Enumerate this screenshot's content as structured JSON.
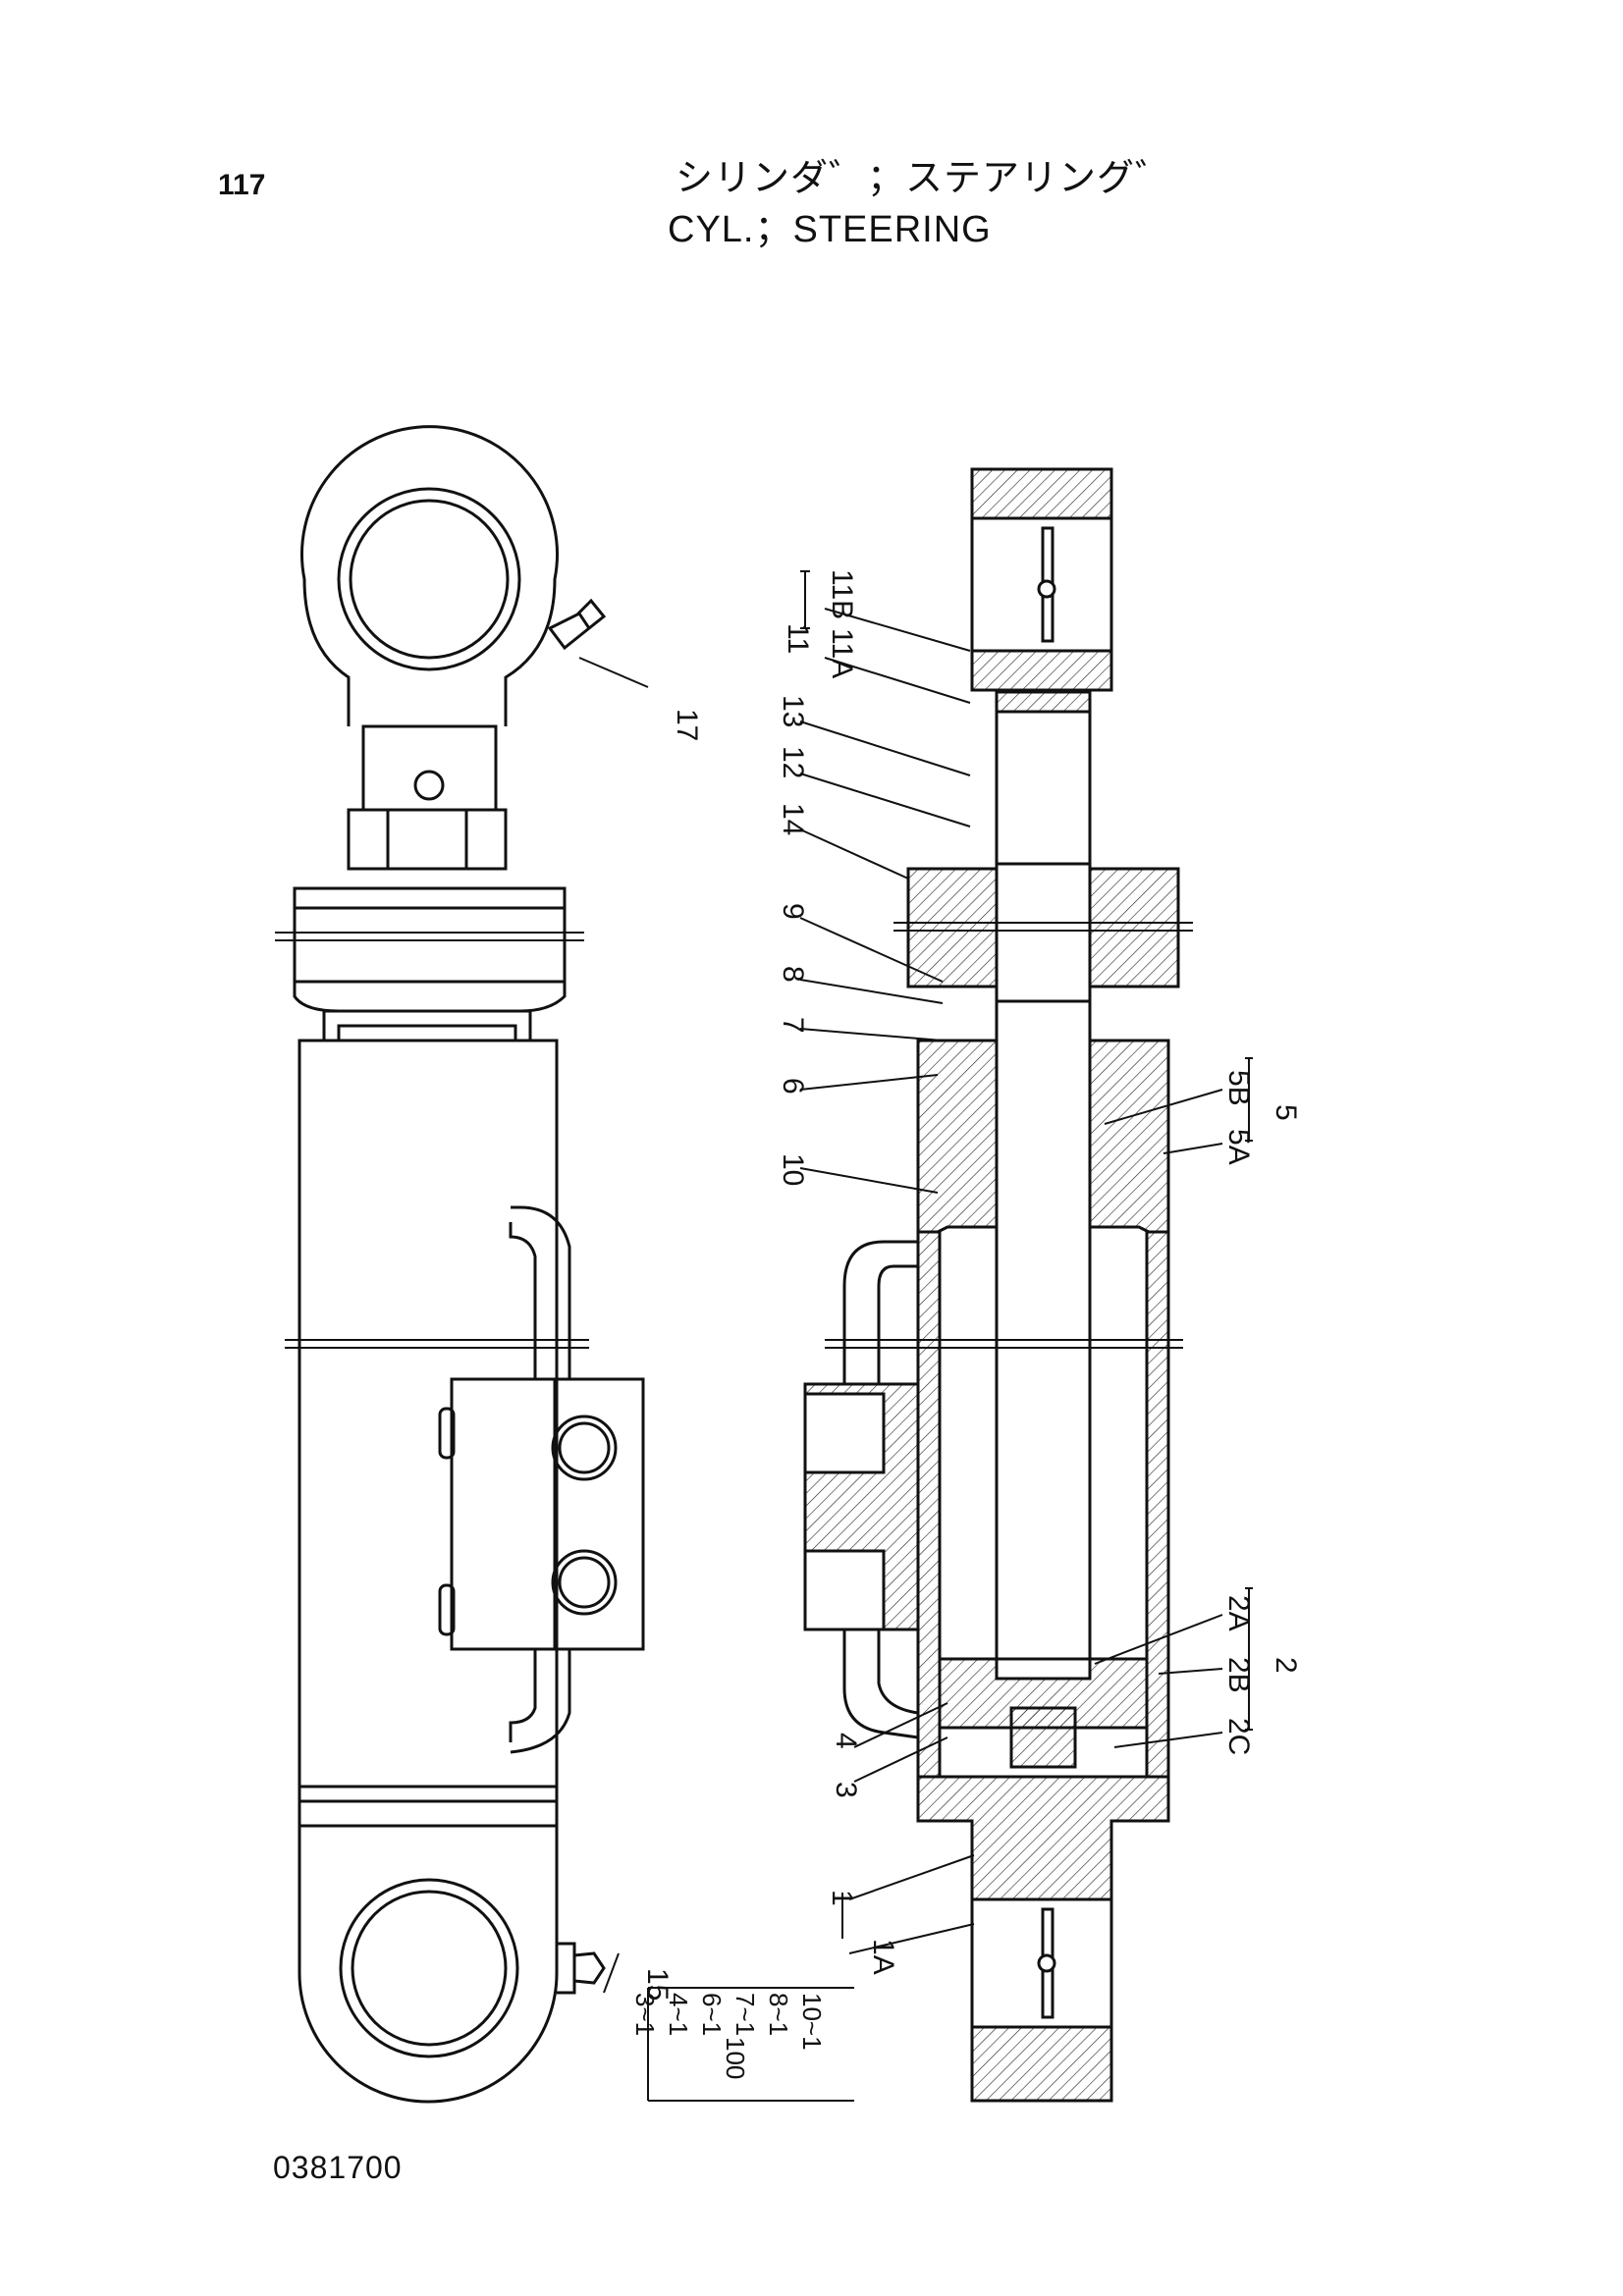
{
  "page": {
    "number": "117",
    "title_jp": "シリンダ゛；ステアリング゛",
    "title_en": "CYL.；STEERING",
    "drawing_number": "0381700"
  },
  "callouts": {
    "c17": "17",
    "c15": "15",
    "c11": "11",
    "c11a": "11A",
    "c11b": "11B",
    "c13": "13",
    "c12": "12",
    "c14": "14",
    "c9": "9",
    "c8": "8",
    "c7": "7",
    "c6": "6",
    "c10": "10",
    "c5": "5",
    "c5a": "5A",
    "c5b": "5B",
    "c2": "2",
    "c2a": "2A",
    "c2b": "2B",
    "c2c": "2C",
    "c4": "4",
    "c3": "3",
    "c1": "1",
    "c1a": "1A"
  },
  "seal_kit": {
    "number": "100",
    "items": [
      "3~1",
      "4~1",
      "6~1",
      "7~1",
      "8~1",
      "10~1"
    ]
  }
}
